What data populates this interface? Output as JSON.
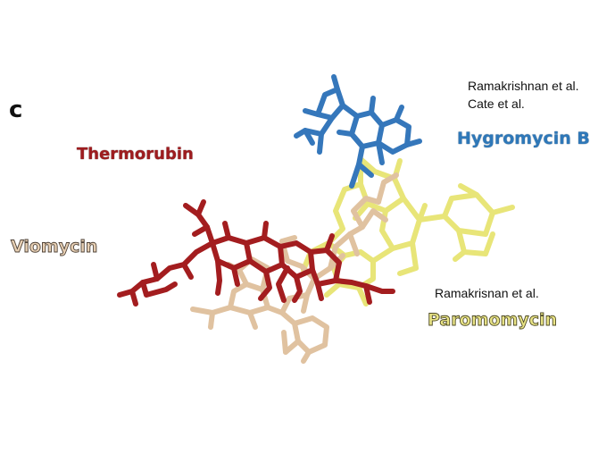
{
  "panel_label": "c",
  "molecules": [
    {
      "name": "Thermorubin",
      "color": "#9e1c1f"
    },
    {
      "name": "Hygromycin B",
      "color": "#2e78b9"
    },
    {
      "name": "Viomycin",
      "color": "#e7cfb3"
    },
    {
      "name": "Paromomycin",
      "color": "#e9e486"
    }
  ],
  "citations": {
    "hygromycin_line1": "Ramakrishnan et al.",
    "hygromycin_line2": "Cate et al.",
    "paromomycin": "Ramakrisnan et al."
  },
  "colors": {
    "background": "#ffffff",
    "thermorubin": "#9e1c1f",
    "hygromycin": "#2e78b9",
    "viomycin": "#e2c4a2",
    "paromomycin": "#ecec8a"
  }
}
